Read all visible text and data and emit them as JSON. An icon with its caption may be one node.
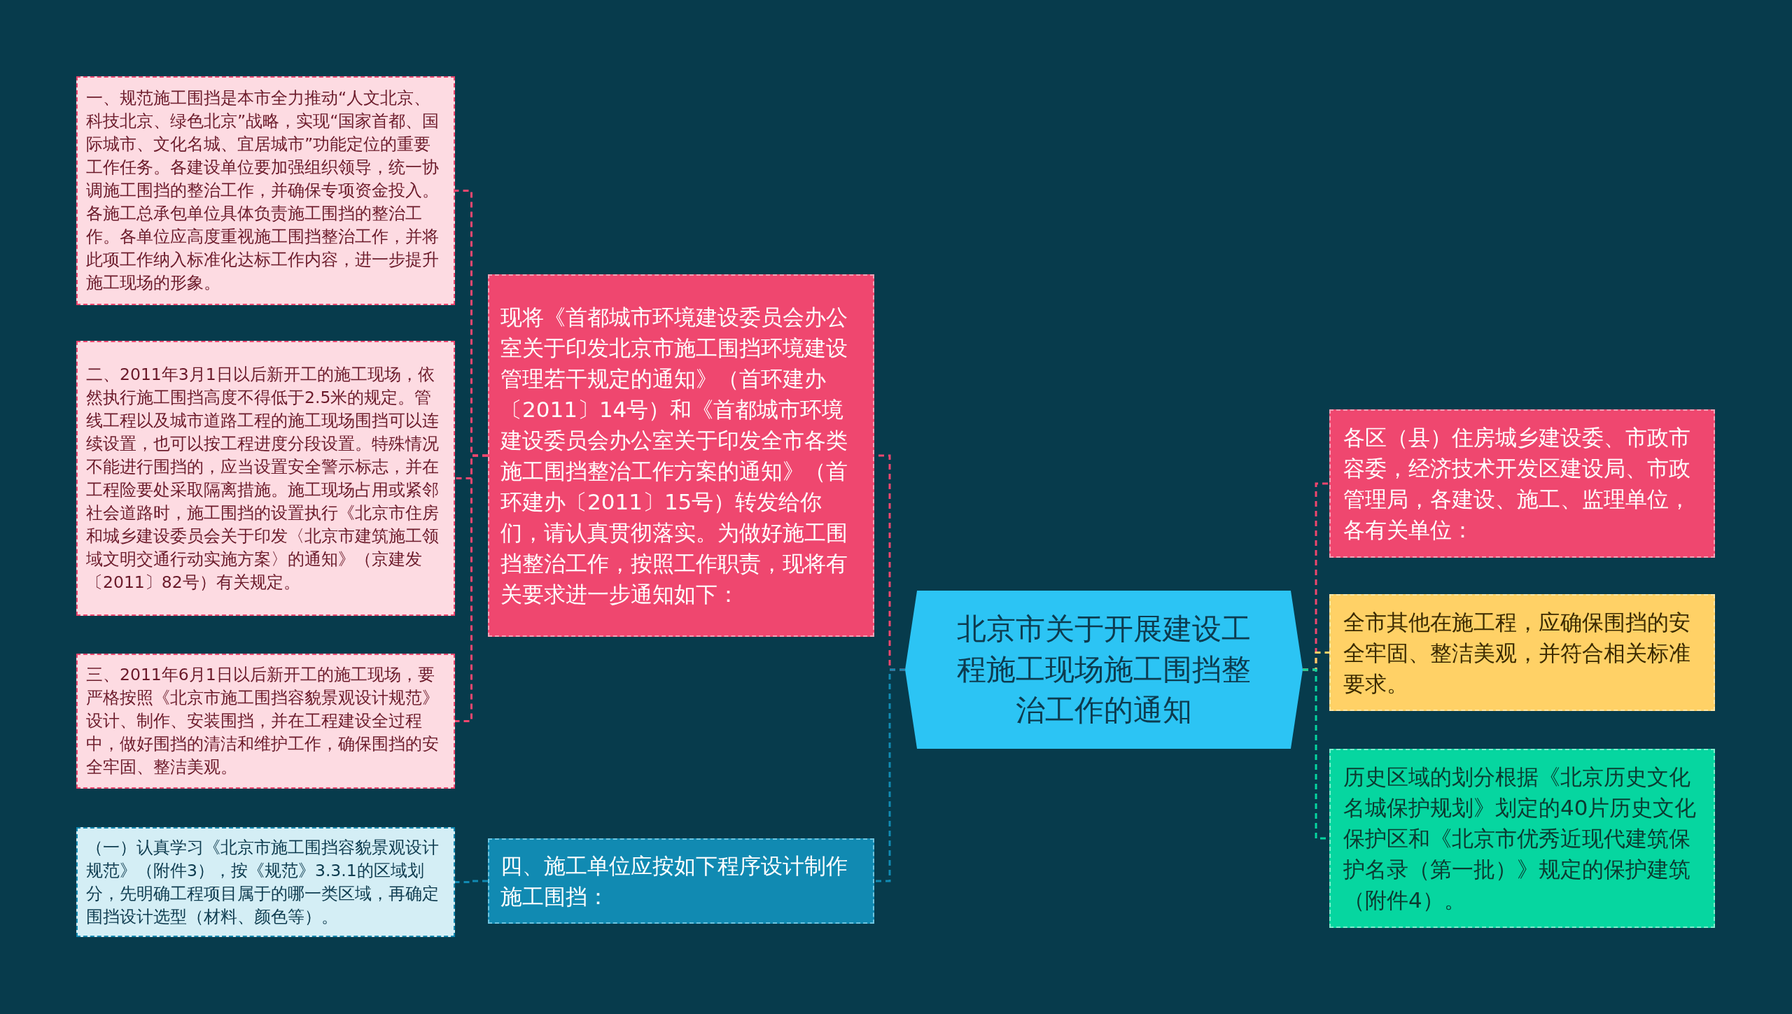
{
  "diagram": {
    "nodes": [
      {
        "text": [
          "北京市关于开展建设工程施工现场施工围挡整治工作的通知"
        ]
      },
      {
        "text": [
          "现将《首都城市环境建设委员会办公室关于印发北京市施工围挡环境建设管理若干规定的通知》（首环建办〔2011〕14号）和《首都城市环境建设委员会办公室关于印发全市各类施工围挡整治工作方案的通知》（首环建办〔2011〕15号）转发给你们，请认真贯彻落实。为做好施工围挡整治工作，按照工作职责，现将有关要求进一步通知如下："
        ]
      },
      {
        "text": [
          "一、规范施工围挡是本市全力推动“人文北京、科技北京、绿色北京”战略，实现“国家首都、国际城市、文化名城、宜居城市”功能定位的重要工作任务。各建设单位要加强组织领导，统一协调施工围挡的整治工作，并确保专项资金投入。各施工总承包单位具体负责施工围挡的整治工作。各单位应高度重视施工围挡整治工作，并将此项工作纳入标准化达标工作内容，进一步提升施工现场的形象。"
        ]
      },
      {
        "text": [
          "二、2011年3月1日以后新开工的施工现场，依然执行施工围挡高度不得低于2.5米的规定。管线工程以及城市道路工程的施工现场围挡可以连续设置，也可以按工程进度分段设置。特殊情况不能进行围挡的，应当设置安全警示标志，并在工程险要处采取隔离措施。施工现场占用或紧邻社会道路时，施工围挡的设置执行《北京市住房和城乡建设委员会关于印发〈北京市建筑施工领域文明交通行动实施方案〉的通知》（京建发〔2011〕82号）有关规定。"
        ]
      },
      {
        "text": [
          "三、2011年6月1日以后新开工的施工现场，要严格按照《北京市施工围挡容貌景观设计规范》设计、制作、安装围挡，并在工程建设全过程中，做好围挡的清洁和维护工作，确保围挡的安全牢固、整洁美观。"
        ]
      },
      {
        "text": [
          "四、施工单位应按如下程序设计制作施工围挡："
        ]
      },
      {
        "text": [
          "（一）认真学习《北京市施工围挡容貌景观设计规范》（附件3），按《规范》3.3.1的区域划分，先明确工程项目属于的哪一类区域，再确定围挡设计选型（材料、颜色等）。"
        ]
      },
      {
        "text": [
          "各区（县）住房城乡建设委、市政市容委，经济技术开发区建设局、市政管理局，各建设、施工、监理单位，各有关单位："
        ]
      },
      {
        "text": [
          "全市其他在施工程，应确保围挡的安全牢固、整洁美观，并符合相关标准要求。"
        ]
      },
      {
        "text": [
          "历史区域的划分根据《北京历史文化名城保护规划》划定的40片历史文化保护区和《北京市优秀近现代建筑保护名录（第一批）》规定的保护建筑（附件4）。"
        ]
      }
    ],
    "edges": [
      {
        "from": 0,
        "to": 1,
        "arrow": "none",
        "style": "dashed"
      },
      {
        "from": 1,
        "to": 2,
        "arrow": "none",
        "style": "dashed"
      },
      {
        "from": 1,
        "to": 3,
        "arrow": "none",
        "style": "dashed"
      },
      {
        "from": 1,
        "to": 4,
        "arrow": "none",
        "style": "dashed"
      },
      {
        "from": 0,
        "to": 5,
        "arrow": "none",
        "style": "dashed",
        "color": "#118ab2"
      },
      {
        "from": 5,
        "to": 6,
        "arrow": "none",
        "style": "dashed",
        "color": "#118ab2"
      },
      {
        "from": 0,
        "to": 7,
        "arrow": "none",
        "style": "dashed"
      },
      {
        "from": 0,
        "to": 8,
        "arrow": "none",
        "style": "dashed",
        "color": "#ffd166"
      },
      {
        "from": 0,
        "to": 9,
        "arrow": "none",
        "style": "dashed",
        "color": "#06d6a0"
      }
    ]
  }
}
